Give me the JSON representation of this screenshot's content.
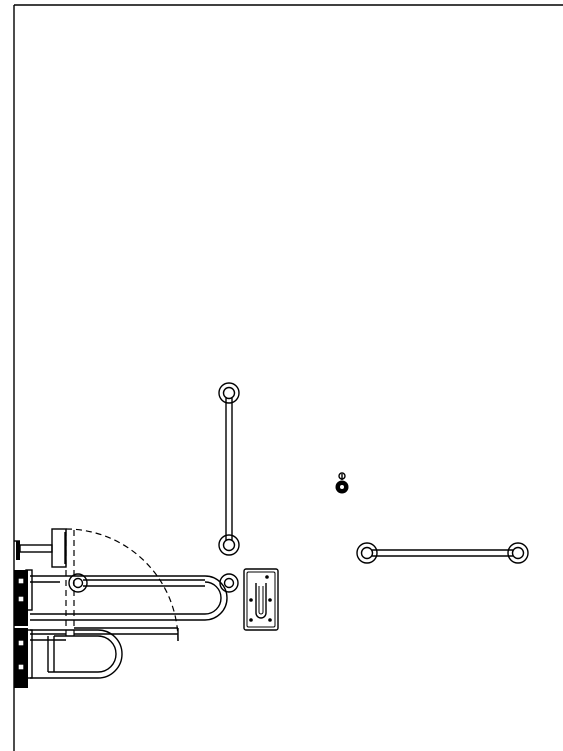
{
  "drawing": {
    "type": "technical elevation drawing",
    "line_color": "#000000",
    "background_color": "#ffffff",
    "elements": [
      "wall-outline",
      "vertical-grab-bar",
      "horizontal-grab-bar",
      "coat-hook",
      "wall-mounted-toilet-paper-holder",
      "fold-up-grab-bar-upper",
      "fold-up-grab-bar-lower",
      "fold-swing-arc",
      "toilet-side-profile",
      "wall-flange-plate"
    ]
  }
}
